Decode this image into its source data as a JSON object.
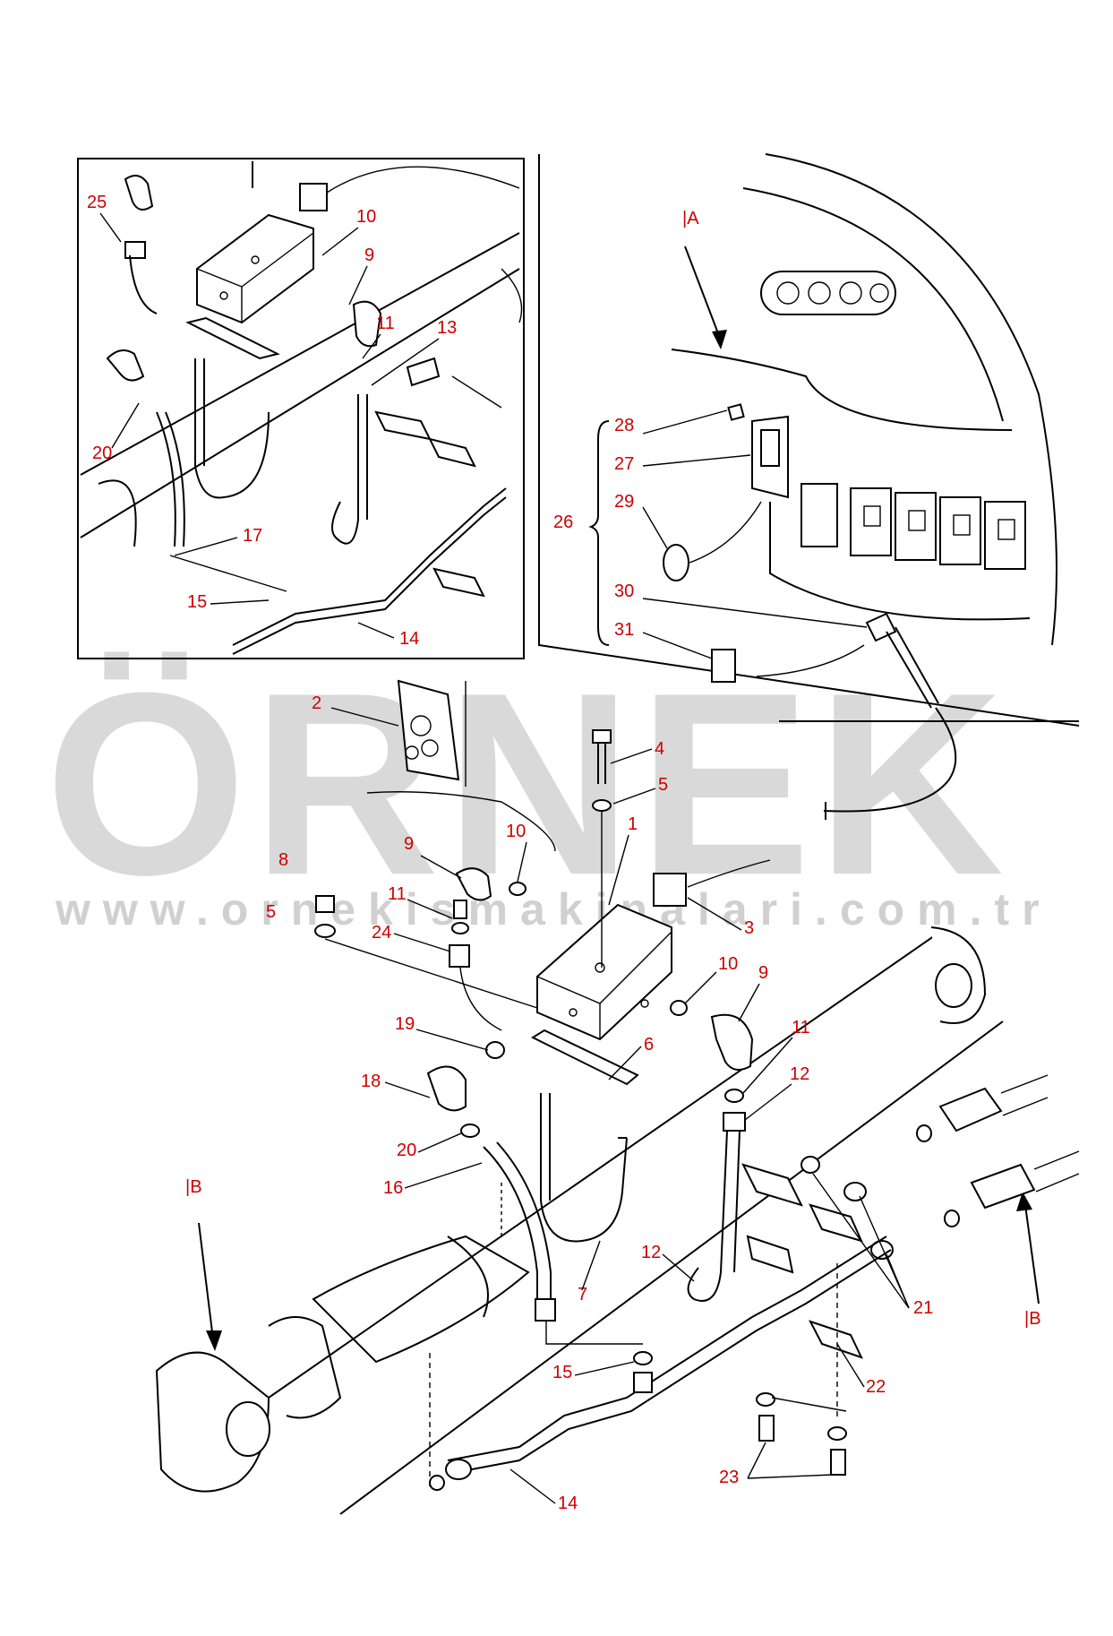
{
  "colors": {
    "label": "#cc0000",
    "line": "#000000",
    "watermark": "#d9d9d9",
    "watermark_accent": "#f5d98a"
  },
  "watermark": {
    "brand": "ÖRNEK",
    "url": "www.ornekismakinalari.com.tr"
  },
  "views": {
    "a": "|A",
    "b_left": "|B",
    "b_right": "|B"
  },
  "inset_labels": {
    "l25": "25",
    "l10": "10",
    "l9": "9",
    "l11": "11",
    "l13": "13",
    "l20": "20",
    "l17": "17",
    "l15": "15",
    "l14": "14"
  },
  "panel_labels": {
    "l28": "28",
    "l27": "27",
    "l26": "26",
    "l29": "29",
    "l30": "30",
    "l31": "31"
  },
  "main_labels": {
    "l2": "2",
    "l4": "4",
    "l5a": "5",
    "l1": "1",
    "l9a": "9",
    "l10a": "10",
    "l8": "8",
    "l11a": "11",
    "l5b": "5",
    "l24": "24",
    "l3": "3",
    "l10b": "10",
    "l9b": "9",
    "l19": "19",
    "l6": "6",
    "l11b": "11",
    "l12a": "12",
    "l18": "18",
    "l20": "20",
    "l16": "16",
    "l7": "7",
    "l12b": "12",
    "l21": "21",
    "l15": "15",
    "l22": "22",
    "l23": "23",
    "l14": "14"
  }
}
